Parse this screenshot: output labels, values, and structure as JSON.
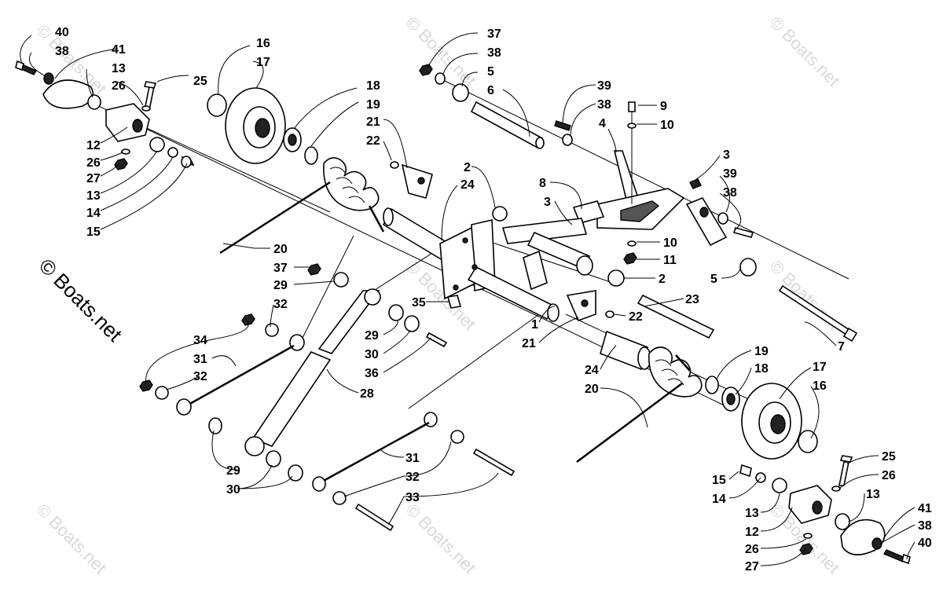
{
  "watermark": {
    "text": "© Boats.net"
  },
  "callouts": {
    "c40a": "40",
    "c38a": "38",
    "c41a": "41",
    "c13a": "13",
    "c26a": "26",
    "c25a": "25",
    "c16a": "16",
    "c17a": "17",
    "c18a": "18",
    "c19a": "19",
    "c12a": "12",
    "c26b": "26",
    "c27a": "27",
    "c13b": "13",
    "c14a": "14",
    "c15a": "15",
    "c21a": "21",
    "c22a": "22",
    "c37a": "37",
    "c38b": "38",
    "c5a": "5",
    "c6a": "6",
    "c39a": "39",
    "c38c": "38",
    "c4a": "4",
    "c9a": "9",
    "c10a": "10",
    "c3a": "3",
    "c39b": "39",
    "c38d": "38",
    "c2a": "2",
    "c24a": "24",
    "c8a": "8",
    "c3b": "3",
    "c10b": "10",
    "c11a": "11",
    "c2b": "2",
    "c5b": "5",
    "c20a": "20",
    "c37b": "37",
    "c29a": "29",
    "c32a": "32",
    "c35a": "35",
    "c23a": "23",
    "c22b": "22",
    "c1a": "1",
    "c21b": "21",
    "c7a": "7",
    "c34a": "34",
    "c31a": "31",
    "c32b": "32",
    "c29b": "29",
    "c30a": "30",
    "c36a": "36",
    "c28a": "28",
    "c24b": "24",
    "c20b": "20",
    "c19b": "19",
    "c18b": "18",
    "c17b": "17",
    "c16b": "16",
    "c29c": "29",
    "c30b": "30",
    "c31b": "31",
    "c32c": "32",
    "c33a": "33",
    "c25b": "25",
    "c15b": "15",
    "c26c": "26",
    "c14b": "14",
    "c13c": "13",
    "c13d": "13",
    "c12b": "12",
    "c26d": "26",
    "c27b": "27",
    "c41b": "41",
    "c38e": "38",
    "c40b": "40"
  }
}
